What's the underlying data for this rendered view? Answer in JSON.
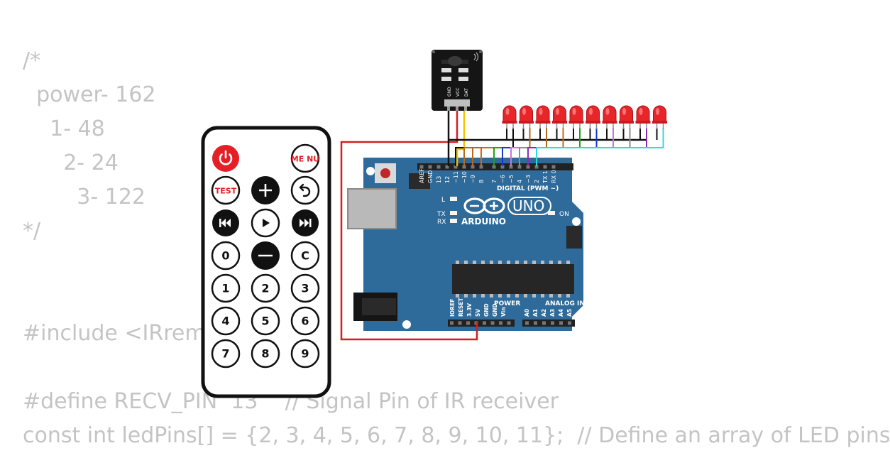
{
  "code_lines": [
    "/*",
    "  power- 162",
    "    1- 48",
    "      2- 24",
    "        3- 122",
    "*/",
    "",
    "",
    "#include <IRremote.h>",
    "",
    "#define RECV_PIN  13    // Signal Pin of IR receiver",
    "const int ledPins[] = {2, 3, 4, 5, 6, 7, 8, 9, 10, 11};  // Define an array of LED pins"
  ],
  "remote": {
    "menu": "ME NU",
    "test": "TEST",
    "zero": "0",
    "c": "C",
    "digits": [
      "1",
      "2",
      "3",
      "4",
      "5",
      "6",
      "7",
      "8",
      "9"
    ],
    "icons": [
      "power-icon",
      "plus-icon",
      "back-icon",
      "rewind-icon",
      "play-icon",
      "fast-forward-icon",
      "minus-icon"
    ]
  },
  "ir_receiver": {
    "pins": [
      "GND",
      "VCC",
      "DAT"
    ]
  },
  "arduino": {
    "brand": "ARDUINO",
    "model": "UNO",
    "digital_label": "DIGITAL (PWM ~)",
    "digital_pins": [
      "AREF",
      "GND",
      "13",
      "12",
      "~11",
      "~10",
      "~9",
      "8",
      "7",
      "~6",
      "~5",
      "4",
      "~3",
      "2",
      "TX 1",
      "RX 0"
    ],
    "power_label": "POWER",
    "analog_label": "ANALOG IN",
    "power_pins": [
      "IOREF",
      "RESET",
      "3.3V",
      "5V",
      "GND",
      "GND",
      "Vin"
    ],
    "analog_pins": [
      "A0",
      "A1",
      "A2",
      "A3",
      "A4",
      "A5"
    ],
    "led_l": "L",
    "led_tx": "TX",
    "led_rx": "RX",
    "led_on": "ON"
  },
  "leds": {
    "count": 10,
    "color": "#e8262a"
  },
  "colors": {
    "board": "#2f6b9a",
    "header": "#2a2a2a",
    "wire_red": "#d21f1f",
    "wire_black": "#111111",
    "wire_yellow": "#f2c400",
    "led_wire_colors": [
      "#0a0a0a",
      "#b06a1b",
      "#b06a1b",
      "#c8691a",
      "#18a318",
      "#1638d0",
      "#c775d8",
      "#8d8d8d",
      "#8a2bb8",
      "#31d8e0"
    ]
  }
}
